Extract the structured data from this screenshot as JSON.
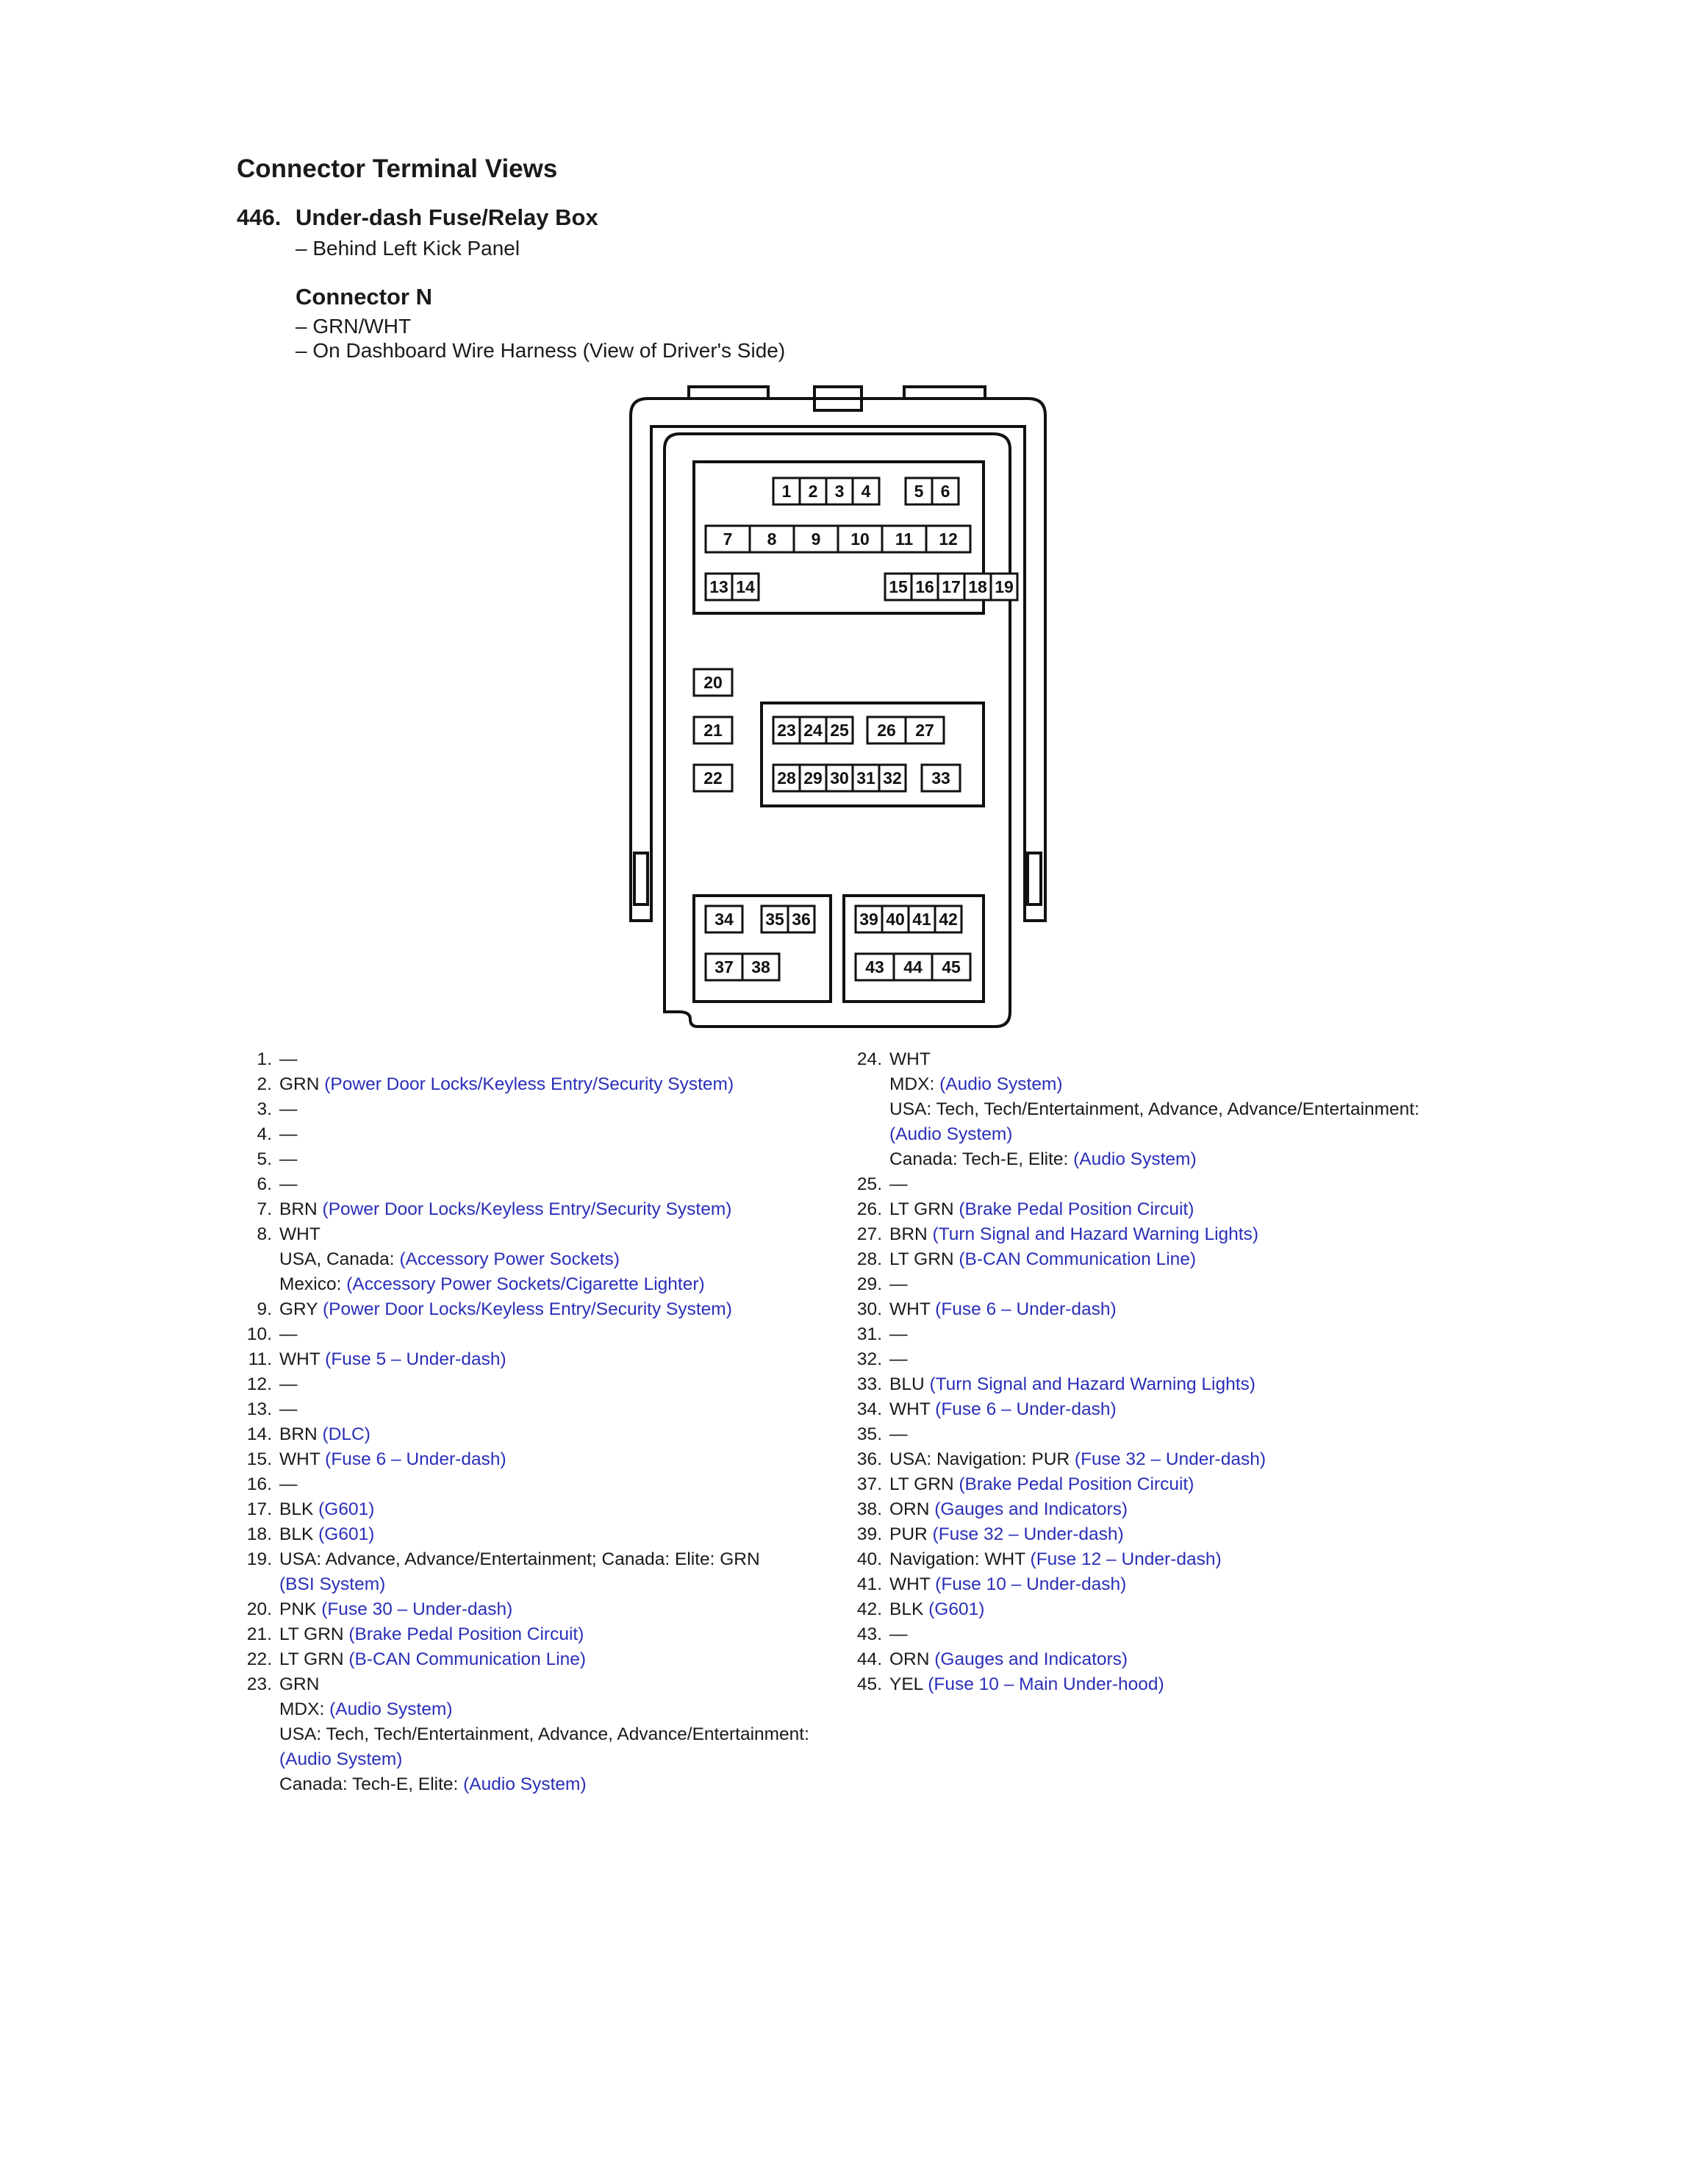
{
  "header": {
    "title": "Connector Terminal Views",
    "item_number": "446.",
    "item_title": "Under-dash Fuse/Relay Box",
    "location": "– Behind Left Kick Panel"
  },
  "connector": {
    "title": "Connector N",
    "color": "– GRN/WHT",
    "note": "– On Dashboard Wire Harness (View of Driver's Side)"
  },
  "colors": {
    "link": "#2a2fb8",
    "text": "#1a1a1a",
    "outline": "#111111"
  },
  "pins": [
    "1",
    "2",
    "3",
    "4",
    "5",
    "6",
    "7",
    "8",
    "9",
    "10",
    "11",
    "12",
    "13",
    "14",
    "15",
    "16",
    "17",
    "18",
    "19",
    "20",
    "21",
    "22",
    "23",
    "24",
    "25",
    "26",
    "27",
    "28",
    "29",
    "30",
    "31",
    "32",
    "33",
    "34",
    "35",
    "36",
    "37",
    "38",
    "39",
    "40",
    "41",
    "42",
    "43",
    "44",
    "45"
  ],
  "terminals_left": [
    {
      "num": "1",
      "lines": [
        [
          {
            "t": "—"
          }
        ]
      ]
    },
    {
      "num": "2",
      "lines": [
        [
          {
            "t": "GRN "
          },
          {
            "t": "(Power Door Locks/Keyless Entry/Security System)",
            "link": true
          }
        ]
      ]
    },
    {
      "num": "3",
      "lines": [
        [
          {
            "t": "—"
          }
        ]
      ]
    },
    {
      "num": "4",
      "lines": [
        [
          {
            "t": "—"
          }
        ]
      ]
    },
    {
      "num": "5",
      "lines": [
        [
          {
            "t": "—"
          }
        ]
      ]
    },
    {
      "num": "6",
      "lines": [
        [
          {
            "t": "—"
          }
        ]
      ]
    },
    {
      "num": "7",
      "lines": [
        [
          {
            "t": "BRN "
          },
          {
            "t": "(Power Door Locks/Keyless Entry/Security System)",
            "link": true
          }
        ]
      ]
    },
    {
      "num": "8",
      "lines": [
        [
          {
            "t": "WHT"
          }
        ],
        [
          {
            "t": "USA, Canada: "
          },
          {
            "t": "(Accessory Power Sockets)",
            "link": true
          }
        ],
        [
          {
            "t": "Mexico: "
          },
          {
            "t": "(Accessory Power Sockets/Cigarette Lighter)",
            "link": true
          }
        ]
      ]
    },
    {
      "num": "9",
      "lines": [
        [
          {
            "t": "GRY "
          },
          {
            "t": "(Power Door Locks/Keyless Entry/Security System)",
            "link": true
          }
        ]
      ]
    },
    {
      "num": "10",
      "lines": [
        [
          {
            "t": "—"
          }
        ]
      ]
    },
    {
      "num": "11",
      "lines": [
        [
          {
            "t": "WHT "
          },
          {
            "t": "(Fuse 5 – Under-dash)",
            "link": true
          }
        ]
      ]
    },
    {
      "num": "12",
      "lines": [
        [
          {
            "t": "—"
          }
        ]
      ]
    },
    {
      "num": "13",
      "lines": [
        [
          {
            "t": "—"
          }
        ]
      ]
    },
    {
      "num": "14",
      "lines": [
        [
          {
            "t": "BRN "
          },
          {
            "t": "(DLC)",
            "link": true
          }
        ]
      ]
    },
    {
      "num": "15",
      "lines": [
        [
          {
            "t": "WHT "
          },
          {
            "t": "(Fuse 6 – Under-dash)",
            "link": true
          }
        ]
      ]
    },
    {
      "num": "16",
      "lines": [
        [
          {
            "t": "—"
          }
        ]
      ]
    },
    {
      "num": "17",
      "lines": [
        [
          {
            "t": "BLK "
          },
          {
            "t": "(G601)",
            "link": true
          }
        ]
      ]
    },
    {
      "num": "18",
      "lines": [
        [
          {
            "t": "BLK "
          },
          {
            "t": "(G601)",
            "link": true
          }
        ]
      ]
    },
    {
      "num": "19",
      "lines": [
        [
          {
            "t": "USA: Advance, Advance/Entertainment; Canada: Elite: GRN"
          }
        ],
        [
          {
            "t": "(BSI System)",
            "link": true
          }
        ]
      ]
    },
    {
      "num": "20",
      "lines": [
        [
          {
            "t": "PNK "
          },
          {
            "t": "(Fuse 30 – Under-dash)",
            "link": true
          }
        ]
      ]
    },
    {
      "num": "21",
      "lines": [
        [
          {
            "t": "LT GRN "
          },
          {
            "t": "(Brake Pedal Position Circuit)",
            "link": true
          }
        ]
      ]
    },
    {
      "num": "22",
      "lines": [
        [
          {
            "t": "LT GRN "
          },
          {
            "t": "(B-CAN Communication Line)",
            "link": true
          }
        ]
      ]
    },
    {
      "num": "23",
      "lines": [
        [
          {
            "t": "GRN"
          }
        ],
        [
          {
            "t": "MDX: "
          },
          {
            "t": "(Audio System)",
            "link": true
          }
        ],
        [
          {
            "t": "USA: Tech, Tech/Entertainment, Advance, Advance/Entertainment:"
          }
        ],
        [
          {
            "t": "(Audio System)",
            "link": true
          }
        ],
        [
          {
            "t": "Canada: Tech-E, Elite: "
          },
          {
            "t": "(Audio System)",
            "link": true
          }
        ]
      ]
    }
  ],
  "terminals_right": [
    {
      "num": "24",
      "lines": [
        [
          {
            "t": "WHT"
          }
        ],
        [
          {
            "t": "MDX: "
          },
          {
            "t": "(Audio System)",
            "link": true
          }
        ],
        [
          {
            "t": "USA: Tech, Tech/Entertainment, Advance, Advance/Entertainment:"
          }
        ],
        [
          {
            "t": "(Audio System)",
            "link": true
          }
        ],
        [
          {
            "t": "Canada: Tech-E, Elite: "
          },
          {
            "t": "(Audio System)",
            "link": true
          }
        ]
      ]
    },
    {
      "num": "25",
      "lines": [
        [
          {
            "t": "—"
          }
        ]
      ]
    },
    {
      "num": "26",
      "lines": [
        [
          {
            "t": "LT GRN "
          },
          {
            "t": "(Brake Pedal Position Circuit)",
            "link": true
          }
        ]
      ]
    },
    {
      "num": "27",
      "lines": [
        [
          {
            "t": "BRN "
          },
          {
            "t": "(Turn Signal and Hazard Warning Lights)",
            "link": true
          }
        ]
      ]
    },
    {
      "num": "28",
      "lines": [
        [
          {
            "t": "LT GRN "
          },
          {
            "t": "(B-CAN Communication Line)",
            "link": true
          }
        ]
      ]
    },
    {
      "num": "29",
      "lines": [
        [
          {
            "t": "—"
          }
        ]
      ]
    },
    {
      "num": "30",
      "lines": [
        [
          {
            "t": "WHT "
          },
          {
            "t": "(Fuse 6 – Under-dash)",
            "link": true
          }
        ]
      ]
    },
    {
      "num": "31",
      "lines": [
        [
          {
            "t": "—"
          }
        ]
      ]
    },
    {
      "num": "32",
      "lines": [
        [
          {
            "t": "—"
          }
        ]
      ]
    },
    {
      "num": "33",
      "lines": [
        [
          {
            "t": "BLU "
          },
          {
            "t": "(Turn Signal and Hazard Warning Lights)",
            "link": true
          }
        ]
      ]
    },
    {
      "num": "34",
      "lines": [
        [
          {
            "t": "WHT "
          },
          {
            "t": "(Fuse 6 – Under-dash)",
            "link": true
          }
        ]
      ]
    },
    {
      "num": "35",
      "lines": [
        [
          {
            "t": "—"
          }
        ]
      ]
    },
    {
      "num": "36",
      "lines": [
        [
          {
            "t": "USA: Navigation: PUR "
          },
          {
            "t": "(Fuse 32 – Under-dash)",
            "link": true
          }
        ]
      ]
    },
    {
      "num": "37",
      "lines": [
        [
          {
            "t": "LT GRN "
          },
          {
            "t": "(Brake Pedal Position Circuit)",
            "link": true
          }
        ]
      ]
    },
    {
      "num": "38",
      "lines": [
        [
          {
            "t": "ORN "
          },
          {
            "t": "(Gauges and Indicators)",
            "link": true
          }
        ]
      ]
    },
    {
      "num": "39",
      "lines": [
        [
          {
            "t": "PUR "
          },
          {
            "t": "(Fuse 32 – Under-dash)",
            "link": true
          }
        ]
      ]
    },
    {
      "num": "40",
      "lines": [
        [
          {
            "t": "Navigation: WHT "
          },
          {
            "t": "(Fuse 12 – Under-dash)",
            "link": true
          }
        ]
      ]
    },
    {
      "num": "41",
      "lines": [
        [
          {
            "t": "WHT "
          },
          {
            "t": "(Fuse 10 – Under-dash)",
            "link": true
          }
        ]
      ]
    },
    {
      "num": "42",
      "lines": [
        [
          {
            "t": "BLK "
          },
          {
            "t": "(G601)",
            "link": true
          }
        ]
      ]
    },
    {
      "num": "43",
      "lines": [
        [
          {
            "t": "—"
          }
        ]
      ]
    },
    {
      "num": "44",
      "lines": [
        [
          {
            "t": "ORN "
          },
          {
            "t": "(Gauges and Indicators)",
            "link": true
          }
        ]
      ]
    },
    {
      "num": "45",
      "lines": [
        [
          {
            "t": "YEL "
          },
          {
            "t": "(Fuse 10 – Main Under-hood)",
            "link": true
          }
        ]
      ]
    }
  ]
}
